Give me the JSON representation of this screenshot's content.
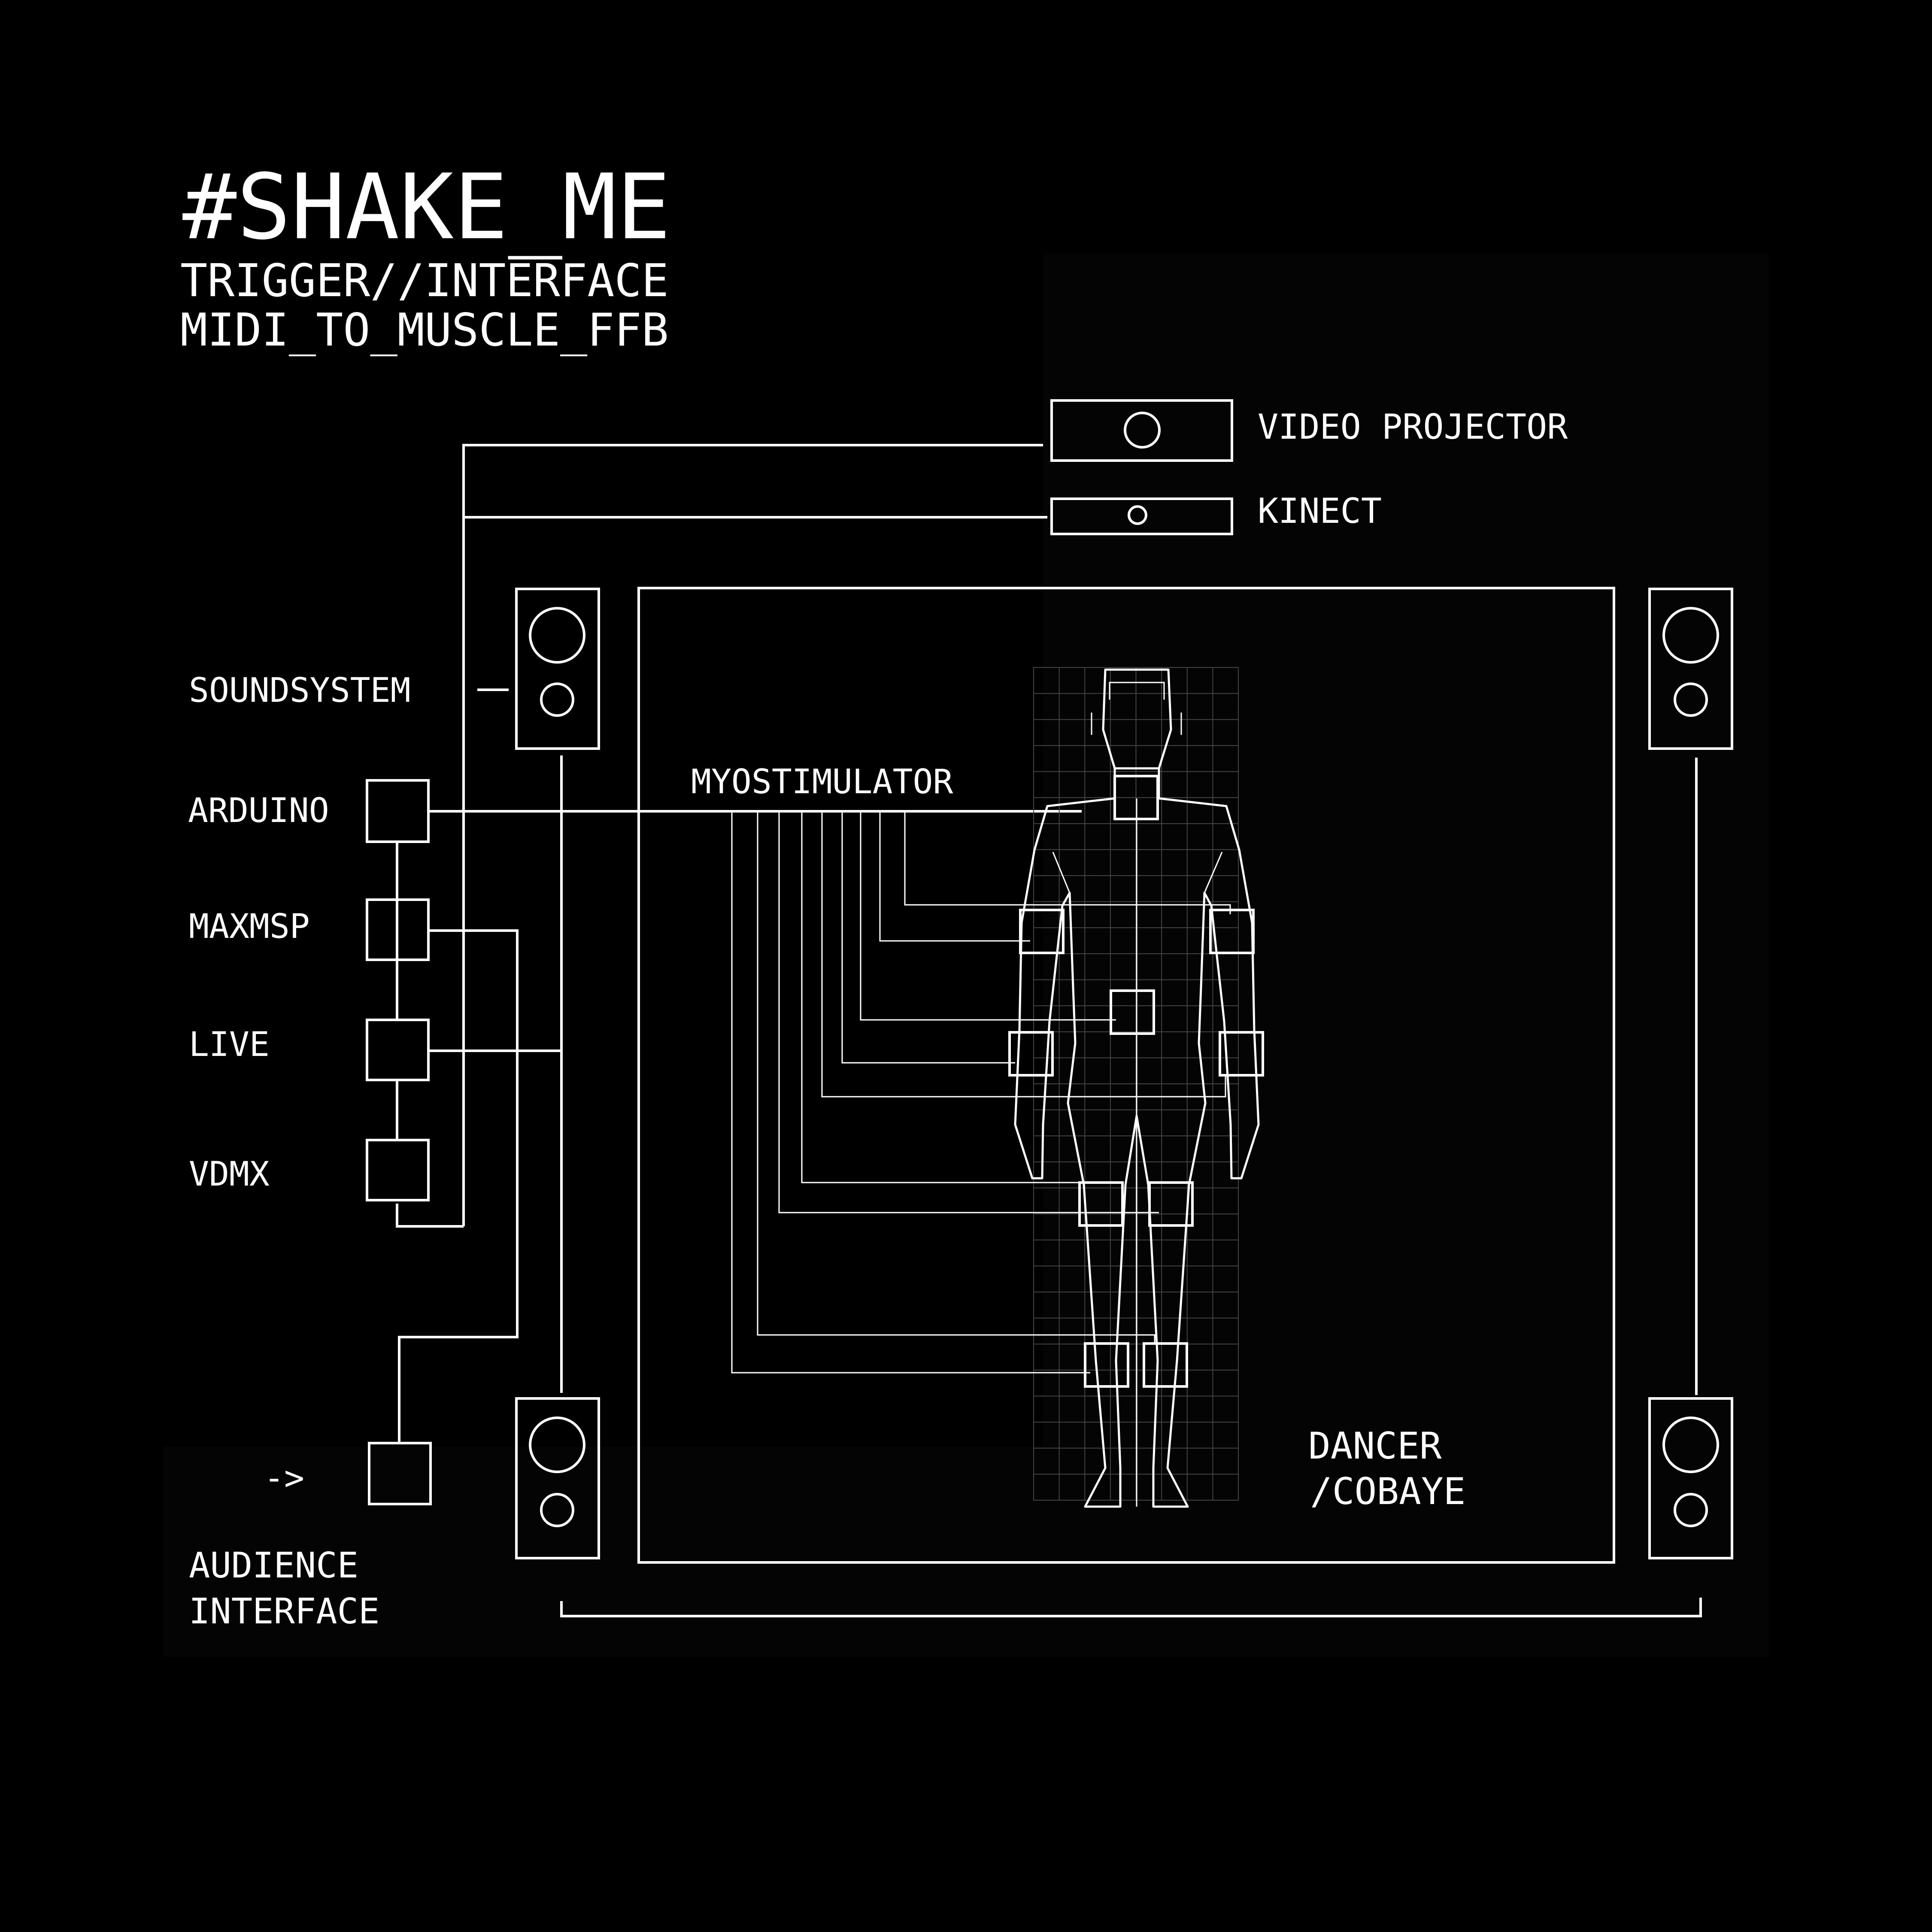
{
  "header": {
    "title": "#SHAKE_ME",
    "subtitle_1": "TRIGGER//INTERFACE",
    "subtitle_2": "MIDI_TO_MUSCLE_FFB"
  },
  "devices": {
    "video_projector": "VIDEO PROJECTOR",
    "kinect": "KINECT"
  },
  "modules": {
    "soundsystem": "SOUNDSYSTEM",
    "arduino": "ARDUINO",
    "maxmsp": "MAXMSP",
    "live": "LIVE",
    "vdmx": "VDMX"
  },
  "stage": {
    "myostimulator": "MYOSTIMULATOR",
    "dancer_1": "DANCER",
    "dancer_2": "/COBAYE"
  },
  "audience": {
    "arrow": "->",
    "label_1": "AUDIENCE",
    "label_2": "INTERFACE"
  },
  "colors": {
    "background": "#000000",
    "foreground": "#ffffff",
    "grid": "#444444"
  }
}
